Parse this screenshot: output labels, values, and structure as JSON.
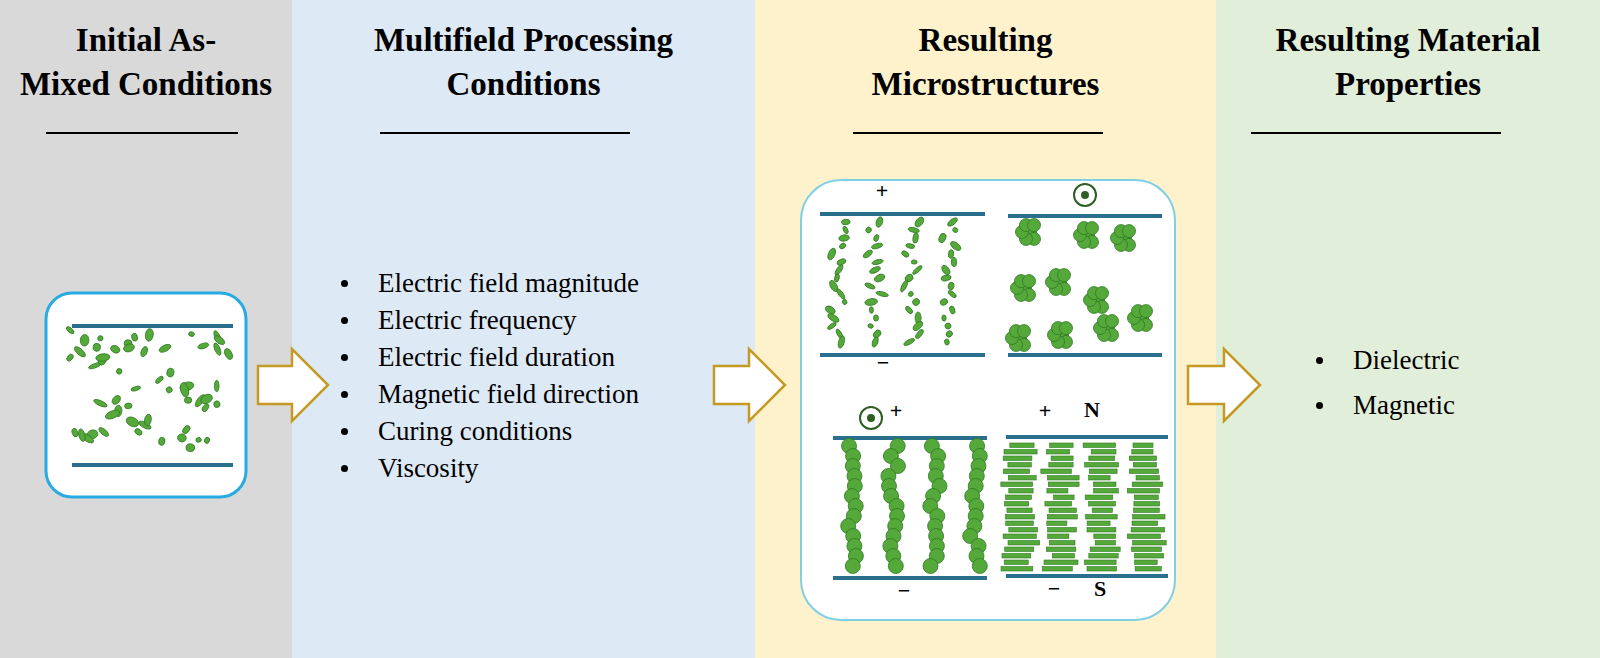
{
  "diagram": {
    "nodes": [
      {
        "text": [
          "Initial As-Mixed Conditions"
        ]
      },
      {
        "text": [
          "Multifield Processing Conditions",
          "Electric field magnitude",
          "Electric frequency",
          "Electric field duration",
          "Magnetic field direction",
          "Curing conditions",
          "Viscosity"
        ]
      },
      {
        "text": [
          "Resulting Microstructures"
        ]
      },
      {
        "text": [
          "Resulting Material Properties",
          "Dielectric",
          "Magnetic"
        ]
      }
    ],
    "edges": [
      {
        "from": 0,
        "to": 1,
        "arrow": "to"
      },
      {
        "from": 1,
        "to": 2,
        "arrow": "to"
      },
      {
        "from": 2,
        "to": 3,
        "arrow": "to"
      }
    ],
    "labels": [
      "+",
      "−",
      "+",
      "−",
      "+",
      "N",
      "−",
      "S"
    ]
  }
}
